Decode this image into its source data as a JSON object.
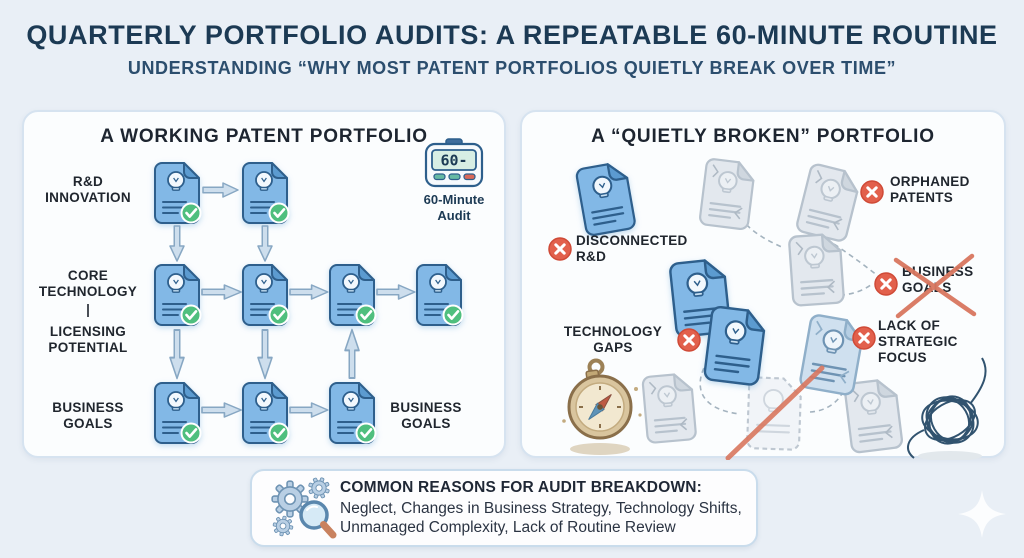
{
  "header": {
    "title": "QUARTERLY PORTFOLIO AUDITS: A REPEATABLE 60-MINUTE ROUTINE",
    "subtitle": "UNDERSTANDING “WHY MOST PATENT PORTFOLIOS QUIETLY BREAK OVER TIME”"
  },
  "left_panel": {
    "title": "A WORKING PATENT PORTFOLIO",
    "timer": {
      "display": "60-",
      "label": "60-Minute\nAudit"
    },
    "labels": {
      "rd_innovation": "R&D\nINNOVATION",
      "core_technology": "CORE\nTECHNOLOGY",
      "licensing_potential": "LICENSING\nPOTENTIAL",
      "business_goals_left": "BUSINESS\nGOALS",
      "business_goals_right": "BUSINESS\nGOALS"
    }
  },
  "right_panel": {
    "title": "A “QUIETLY BROKEN” PORTFOLIO",
    "labels": {
      "disconnected_rd": "DISCONNECTED\nR&D",
      "orphaned_patents": "ORPHANED\nPATENTS",
      "business_goals": "BUSINESS\nGOALS",
      "technology_gaps": "TECHNOLOGY\nGAPS",
      "lack_of_strategic_focus": "LACK OF\nSTRATEGIC\nFOCUS"
    }
  },
  "footer": {
    "heading": "COMMON REASONS FOR AUDIT BREAKDOWN:",
    "body": "Neglect, Changes in Business Strategy, Technology Shifts,\nUnmanaged Complexity, Lack of Routine Review"
  },
  "icons": {
    "patent_doc": "patent-document-icon",
    "check": "check-circle-icon",
    "error": "x-circle-icon",
    "arrow": "flow-arrow-icon",
    "timer": "timer-icon",
    "compass": "compass-icon",
    "tangle": "tangled-thread-icon",
    "gears": "gears-magnifier-icon",
    "sparkle": "sparkle-icon"
  },
  "colors": {
    "background": "#e9eff6",
    "panel": "#fbfdfe",
    "navy": "#1c3a54",
    "doc_blue": "#82b8e6",
    "check_green": "#4fbf7e",
    "error_red": "#e2604c",
    "cross_orange": "#d9775f"
  }
}
